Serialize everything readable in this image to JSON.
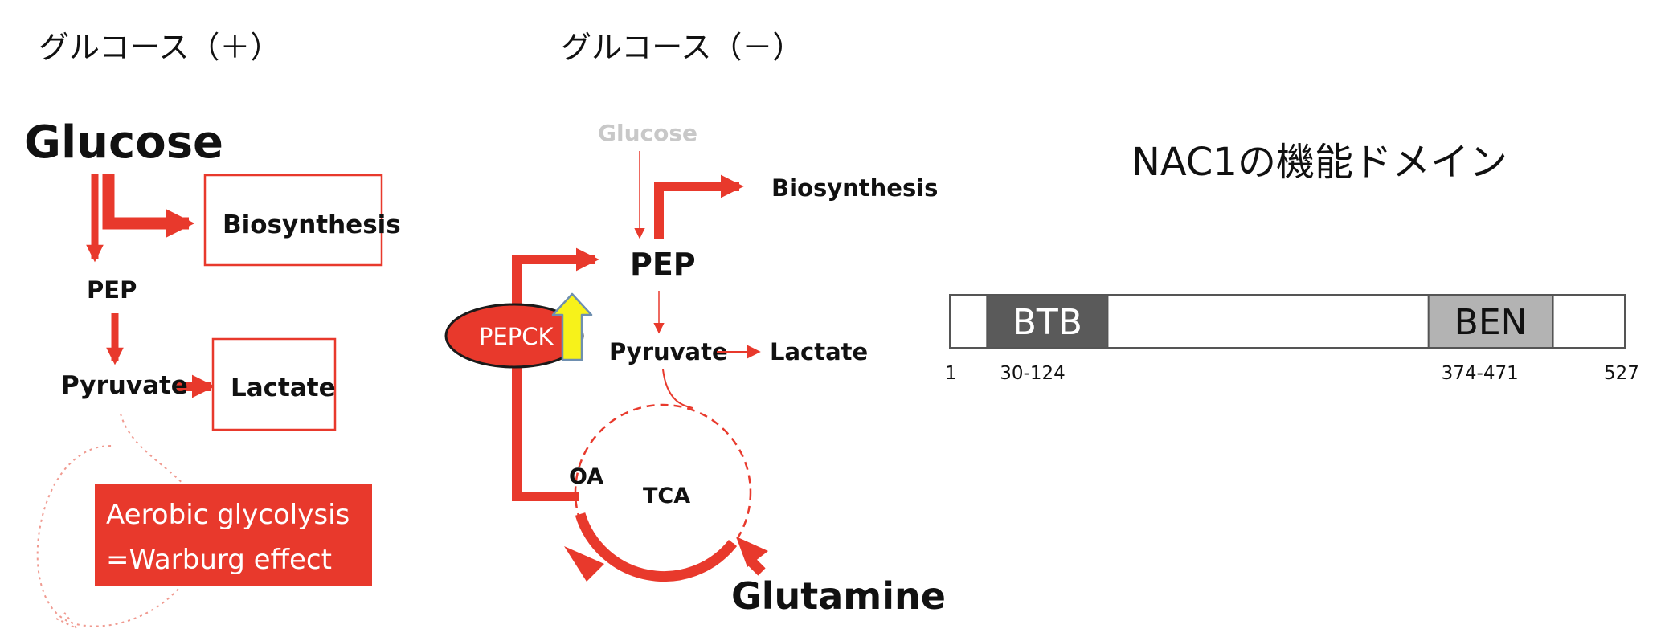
{
  "left_panel": {
    "heading": "グルコース（＋）",
    "glucose": "Glucose",
    "biosynthesis": "Biosynthesis",
    "pep": "PEP",
    "pyruvate": "Pyruvate",
    "lactate": "Lactate",
    "callout_line1": "Aerobic glycolysis",
    "callout_line2": "=Warburg effect"
  },
  "middle_panel": {
    "heading": "グルコース（－）",
    "glucose": "Glucose",
    "biosynthesis": "Biosynthesis",
    "pep": "PEP",
    "pepck": "PEPCK",
    "pyruvate": "Pyruvate",
    "lactate": "Lactate",
    "oa": "OA",
    "tca": "TCA",
    "glutamine": "Glutamine"
  },
  "right_panel": {
    "title": "NAC1の機能ドメイン",
    "domains": [
      {
        "name": "BTB",
        "range": "30-124",
        "start": 30,
        "end": 124
      },
      {
        "name": "BEN",
        "range": "374-471",
        "start": 374,
        "end": 471
      }
    ],
    "start_label": "1",
    "end_label": "527",
    "length": 527
  },
  "colors": {
    "red": "#e8392c",
    "yellow": "#f7f21a",
    "btb": "#5a5a5a",
    "ben": "#b3b3b3"
  }
}
